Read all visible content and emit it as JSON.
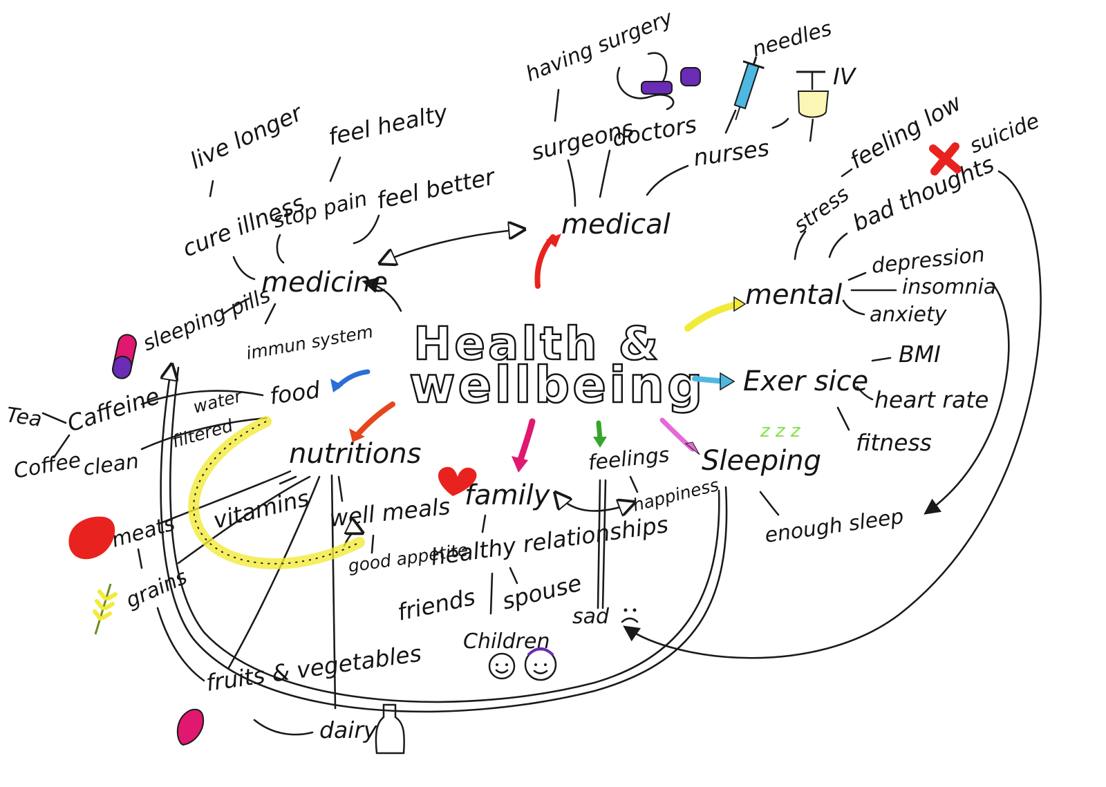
{
  "title_line1": "Health &",
  "title_line2": "wellbeing",
  "branches": {
    "medicine": "medicine",
    "medical": "medical",
    "mental": "mental",
    "exercise": "Exer sice",
    "sleeping": "Sleeping",
    "feelings": "feelings",
    "family": "family",
    "nutritions": "nutritions",
    "food": "food"
  },
  "medicine_items": [
    "cure illness",
    "stop pain",
    "feel better",
    "live longer",
    "feel healty",
    "sleeping pills",
    "immun system"
  ],
  "medical_items": [
    "surgeons",
    "doctors",
    "nurses",
    "having surgery",
    "needles",
    "IV"
  ],
  "mental_items": [
    "stress",
    "feeling low",
    "bad thoughts",
    "suicide",
    "depression",
    "insomnia",
    "anxiety"
  ],
  "exercise_items": [
    "BMI",
    "heart rate",
    "fitness"
  ],
  "sleeping_items": [
    "enough sleep",
    "z z z"
  ],
  "feelings_items": [
    "happiness",
    "sad"
  ],
  "family_items": [
    "healthy relationships",
    "friends",
    "spouse",
    "Children"
  ],
  "food_items": [
    "Caffeine",
    "Tea",
    "Coffee",
    "water",
    "filtered",
    "clean"
  ],
  "nutrition_items": [
    "vitamins",
    "well meals",
    "good appetite",
    "meats",
    "grains",
    "fruits & vegetables",
    "dairy"
  ],
  "colors": {
    "ink": "#1a1a1a",
    "red": "#e8231f",
    "orange": "#e5461d",
    "yellow": "#f2ea3a",
    "cyan": "#4fb8e0",
    "blue": "#2a6fd6",
    "magenta": "#e0186f",
    "green": "#36a52c",
    "pink": "#e46ad6",
    "purple": "#6a2bb5",
    "lime": "#7ee24a"
  }
}
